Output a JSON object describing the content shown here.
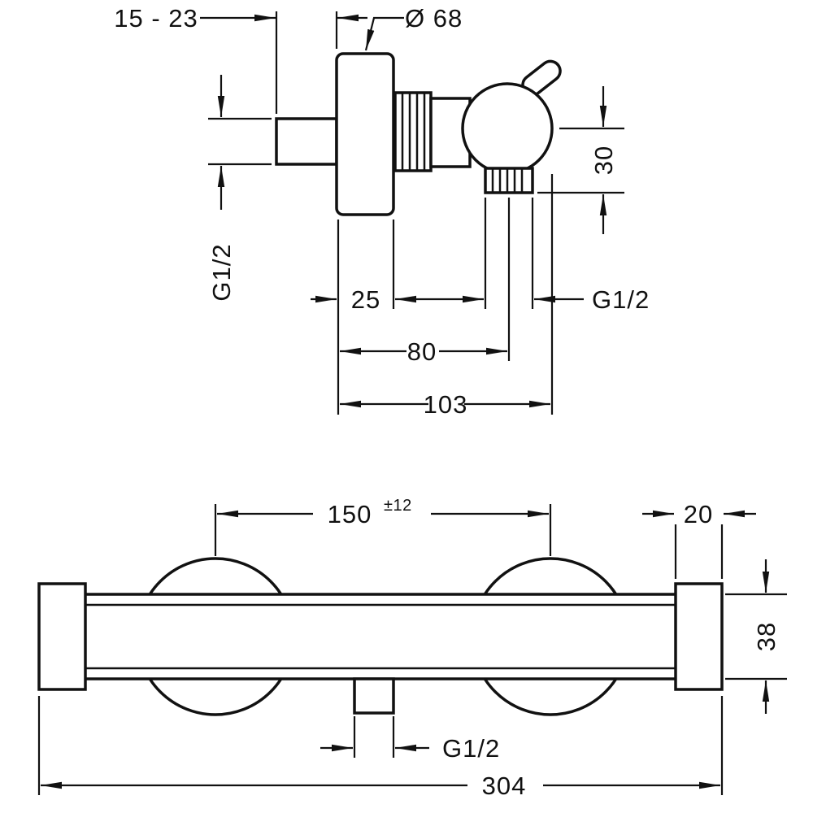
{
  "page": {
    "background": "#ffffff",
    "line_color": "#111111",
    "drawing_kind": "thermostatic shower mixer installation dimension drawing"
  },
  "side_view": {
    "labels": {
      "wall_depth_range": "15 - 23",
      "escutcheon_diameter": "Ø 68",
      "inlet_thread": "G1/2",
      "outlet_drop": "30",
      "escutcheon_depth": "25",
      "outlet_thread": "G1/2",
      "projection_to_outlet": "80",
      "total_projection": "103"
    }
  },
  "front_view": {
    "labels": {
      "hose_center_distance": "150",
      "hose_center_tolerance": "±12",
      "end_cap_width": "20",
      "body_diameter": "38",
      "hose_outlet_thread": "G1/2",
      "overall_width": "304"
    }
  }
}
